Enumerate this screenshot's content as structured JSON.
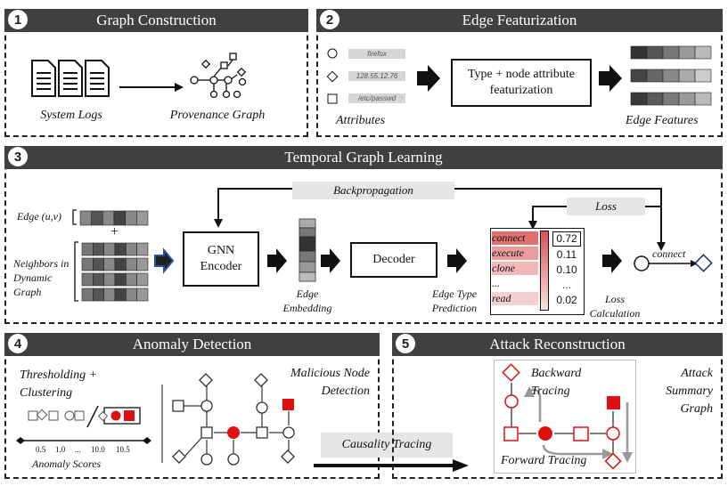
{
  "panels": {
    "p1": {
      "num": "1",
      "title": "Graph Construction",
      "left_label": "System Logs",
      "right_label": "Provenance Graph"
    },
    "p2": {
      "num": "2",
      "title": "Edge Featurization",
      "attrs": [
        "firefox",
        "128.55.12.76",
        "/etc/passwd"
      ],
      "box": "Type + node attribute featurization",
      "left_label": "Attributes",
      "right_label": "Edge Features"
    },
    "p3": {
      "num": "3",
      "title": "Temporal Graph Learning",
      "backprop": "Backpropagation",
      "loss": "Loss",
      "edge_uv": "Edge (u,v)",
      "plus": "+",
      "neighbors": "Neighbors in Dynamic Graph",
      "gnn": "GNN Encoder",
      "edge_embedding": "Edge Embedding",
      "decoder": "Decoder",
      "edge_type_pred": "Edge Type Prediction",
      "types": [
        "connect",
        "execute",
        "clone",
        "...",
        "read"
      ],
      "probs": [
        "0.72",
        "0.11",
        "0.10",
        "...",
        "0.02"
      ],
      "loss_calc": "Loss Calculation",
      "connect_label": "connect"
    },
    "p4": {
      "num": "4",
      "title": "Anomaly Detection",
      "thresh": "Thresholding + Clustering",
      "ticks": [
        "0.5",
        "1.0",
        "...",
        "10.0",
        "10.5"
      ],
      "scores": "Anomaly Scores",
      "malicious": "Malicious Node Detection",
      "causality": "Causality Tracing"
    },
    "p5": {
      "num": "5",
      "title": "Attack Reconstruction",
      "backward": "Backward Tracing",
      "forward": "Forward Tracing",
      "summary": "Attack Summary Graph"
    }
  },
  "colors": {
    "header": "#404040",
    "red": "#e01010",
    "pink": "#e88080"
  }
}
